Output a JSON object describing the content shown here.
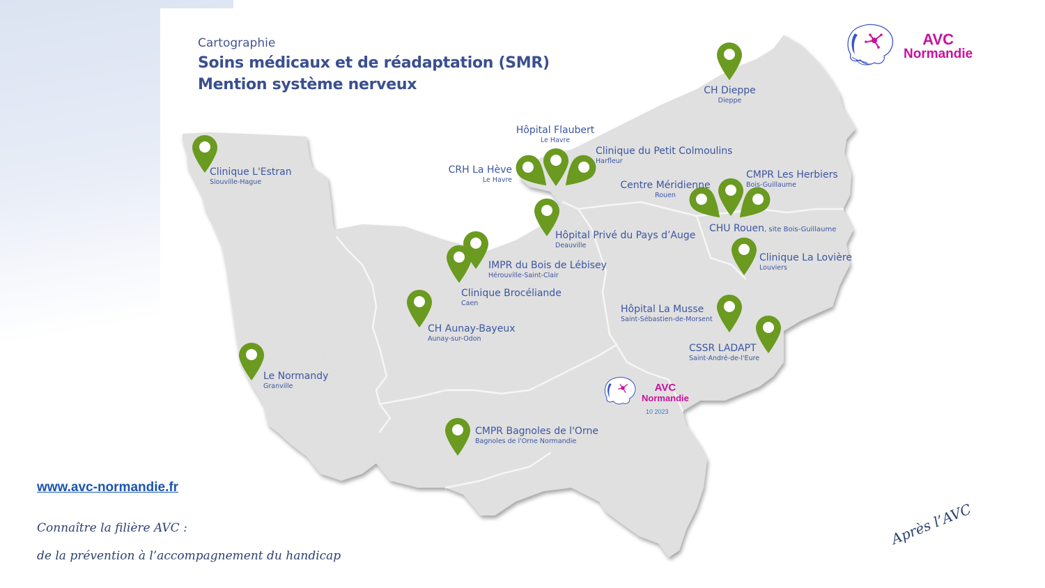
{
  "header": {
    "subtitle": "Cartographie",
    "title_line1": "Soins médicaux et de réadaptation (SMR)",
    "title_line2": "Mention système nerveux"
  },
  "logo": {
    "line1": "AVC",
    "line2": "Normandie",
    "date": "10 2023",
    "brand_color": "#c8119e",
    "icon": "brain-network-icon"
  },
  "colors": {
    "pin": "#6a9a1f",
    "map_fill": "#e0e0e0",
    "label_text": "#3c55a0",
    "title_text": "#3a4f8f"
  },
  "facilities": [
    {
      "name": "CH Dieppe",
      "city": "Dieppe"
    },
    {
      "name": "Hôpital Flaubert",
      "city": "Le Havre"
    },
    {
      "name": "Clinique du Petit Colmoulins",
      "city": "Harfleur"
    },
    {
      "name": "CRH La Hève",
      "city": "Le Havre"
    },
    {
      "name": "Centre Méridienne",
      "city": "Rouen"
    },
    {
      "name": "CMPR Les Herbiers",
      "city": "Bois-Guillaume"
    },
    {
      "name": "CHU Rouen",
      "city": ", site Bois-Guillaume"
    },
    {
      "name": "Clinique L'Estran",
      "city": "Siouville-Hague"
    },
    {
      "name": "Hôpital Privé du Pays d’Auge",
      "city": "Deauville"
    },
    {
      "name": "IMPR du Bois de Lébisey",
      "city": "Hérouville-Saint-Clair"
    },
    {
      "name": "Clinique Brocéliande",
      "city": "Caen"
    },
    {
      "name": "Clinique La Lovière",
      "city": "Louviers"
    },
    {
      "name": "CH Aunay-Bayeux",
      "city": "Aunay-sur-Odon"
    },
    {
      "name": "Hôpital La Musse",
      "city": "Saint-Sébastien-de-Morsent"
    },
    {
      "name": "CSSR LADAPT",
      "city": "Saint-André-de-l'Eure"
    },
    {
      "name": "Le Normandy",
      "city": "Granville"
    },
    {
      "name": "CMPR Bagnoles de l'Orne",
      "city": "Bagnoles de l'Orne Normandie"
    }
  ],
  "footer": {
    "website": "www.avc-normandie.fr",
    "tagline1": "Connaître la filière AVC  :",
    "tagline2": "de la prévention à l’accompagnement du handicap",
    "signature": "Après l’AVC"
  }
}
